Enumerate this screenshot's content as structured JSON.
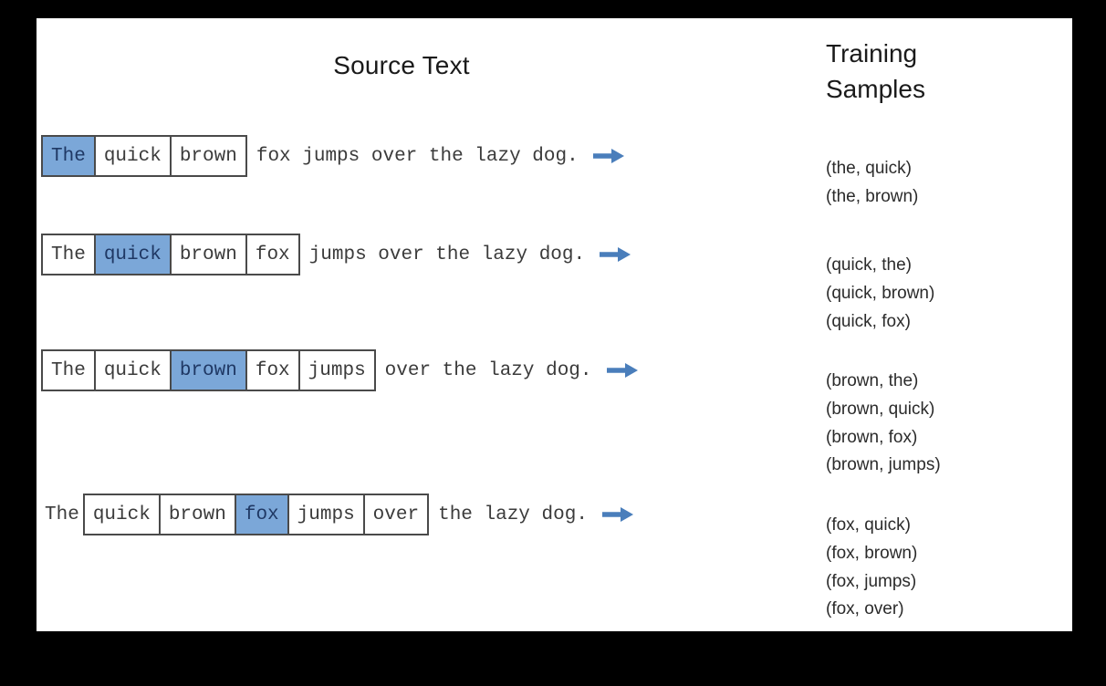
{
  "figure": {
    "background_color": "#000000",
    "canvas_color": "#ffffff",
    "highlight_color": "#7ba7d8",
    "box_border_color": "#4a4a4a",
    "arrow_color": "#4a7ebb"
  },
  "headers": {
    "source_text": "Source Text",
    "training_line1": "Training",
    "training_line2": "Samples"
  },
  "rows": [
    {
      "id": "row-1",
      "boxed": [
        {
          "text": "The",
          "highlighted": true
        },
        {
          "text": "quick",
          "highlighted": false
        },
        {
          "text": "brown",
          "highlighted": false
        }
      ],
      "lead": "",
      "tail": "fox jumps over the lazy dog.",
      "arrow_icon": "right-arrow-icon",
      "samples": [
        "(the, quick)",
        "(the, brown)"
      ]
    },
    {
      "id": "row-2",
      "boxed": [
        {
          "text": "The",
          "highlighted": false
        },
        {
          "text": "quick",
          "highlighted": true
        },
        {
          "text": "brown",
          "highlighted": false
        },
        {
          "text": "fox",
          "highlighted": false
        }
      ],
      "lead": "",
      "tail": "jumps over the lazy dog.",
      "arrow_icon": "right-arrow-icon",
      "samples": [
        "(quick, the)",
        "(quick, brown)",
        "(quick, fox)"
      ]
    },
    {
      "id": "row-3",
      "boxed": [
        {
          "text": "The",
          "highlighted": false
        },
        {
          "text": "quick",
          "highlighted": false
        },
        {
          "text": "brown",
          "highlighted": true
        },
        {
          "text": "fox",
          "highlighted": false
        },
        {
          "text": "jumps",
          "highlighted": false
        }
      ],
      "lead": "",
      "tail": "over the lazy dog.",
      "arrow_icon": "right-arrow-icon",
      "samples": [
        "(brown, the)",
        "(brown, quick)",
        "(brown, fox)",
        "(brown, jumps)"
      ]
    },
    {
      "id": "row-4",
      "boxed": [
        {
          "text": "quick",
          "highlighted": false
        },
        {
          "text": "brown",
          "highlighted": false
        },
        {
          "text": "fox",
          "highlighted": true
        },
        {
          "text": "jumps",
          "highlighted": false
        },
        {
          "text": "over",
          "highlighted": false
        }
      ],
      "lead": "The",
      "tail": "the lazy dog.",
      "arrow_icon": "right-arrow-icon",
      "samples": [
        "(fox, quick)",
        "(fox, brown)",
        "(fox, jumps)",
        "(fox, over)"
      ]
    }
  ]
}
